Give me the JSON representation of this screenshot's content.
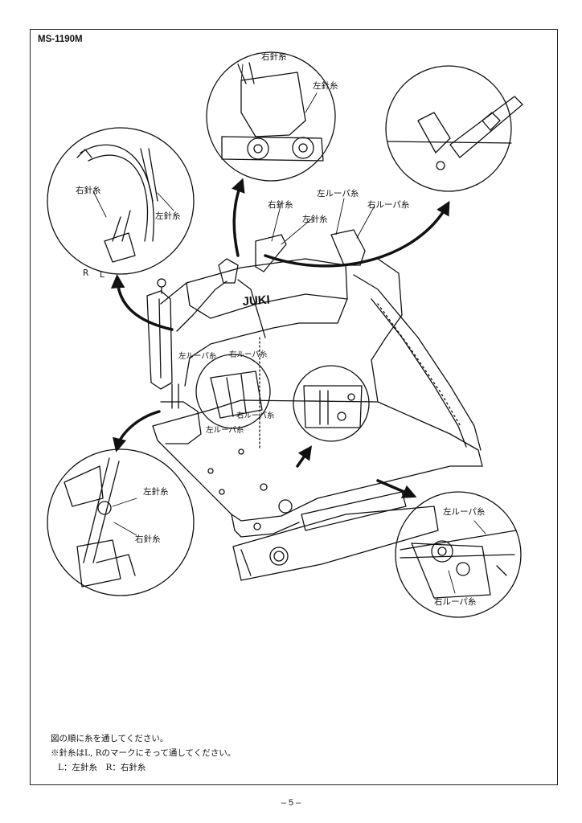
{
  "model": "MS-1190M",
  "logo_text": "JUKI",
  "labels": {
    "right_needle_thread": "右針糸",
    "left_needle_thread": "左針糸",
    "left_looper_thread": "左ルーパ糸",
    "right_looper_thread": "右ルーパ糸",
    "r_mark": "R",
    "l_mark": "L"
  },
  "notes": [
    "図の順に糸を通してください。",
    "※針糸はL, Rのマークにそって通してください。",
    "L：左針糸　R：右針糸"
  ],
  "page_number": "– 5 –"
}
